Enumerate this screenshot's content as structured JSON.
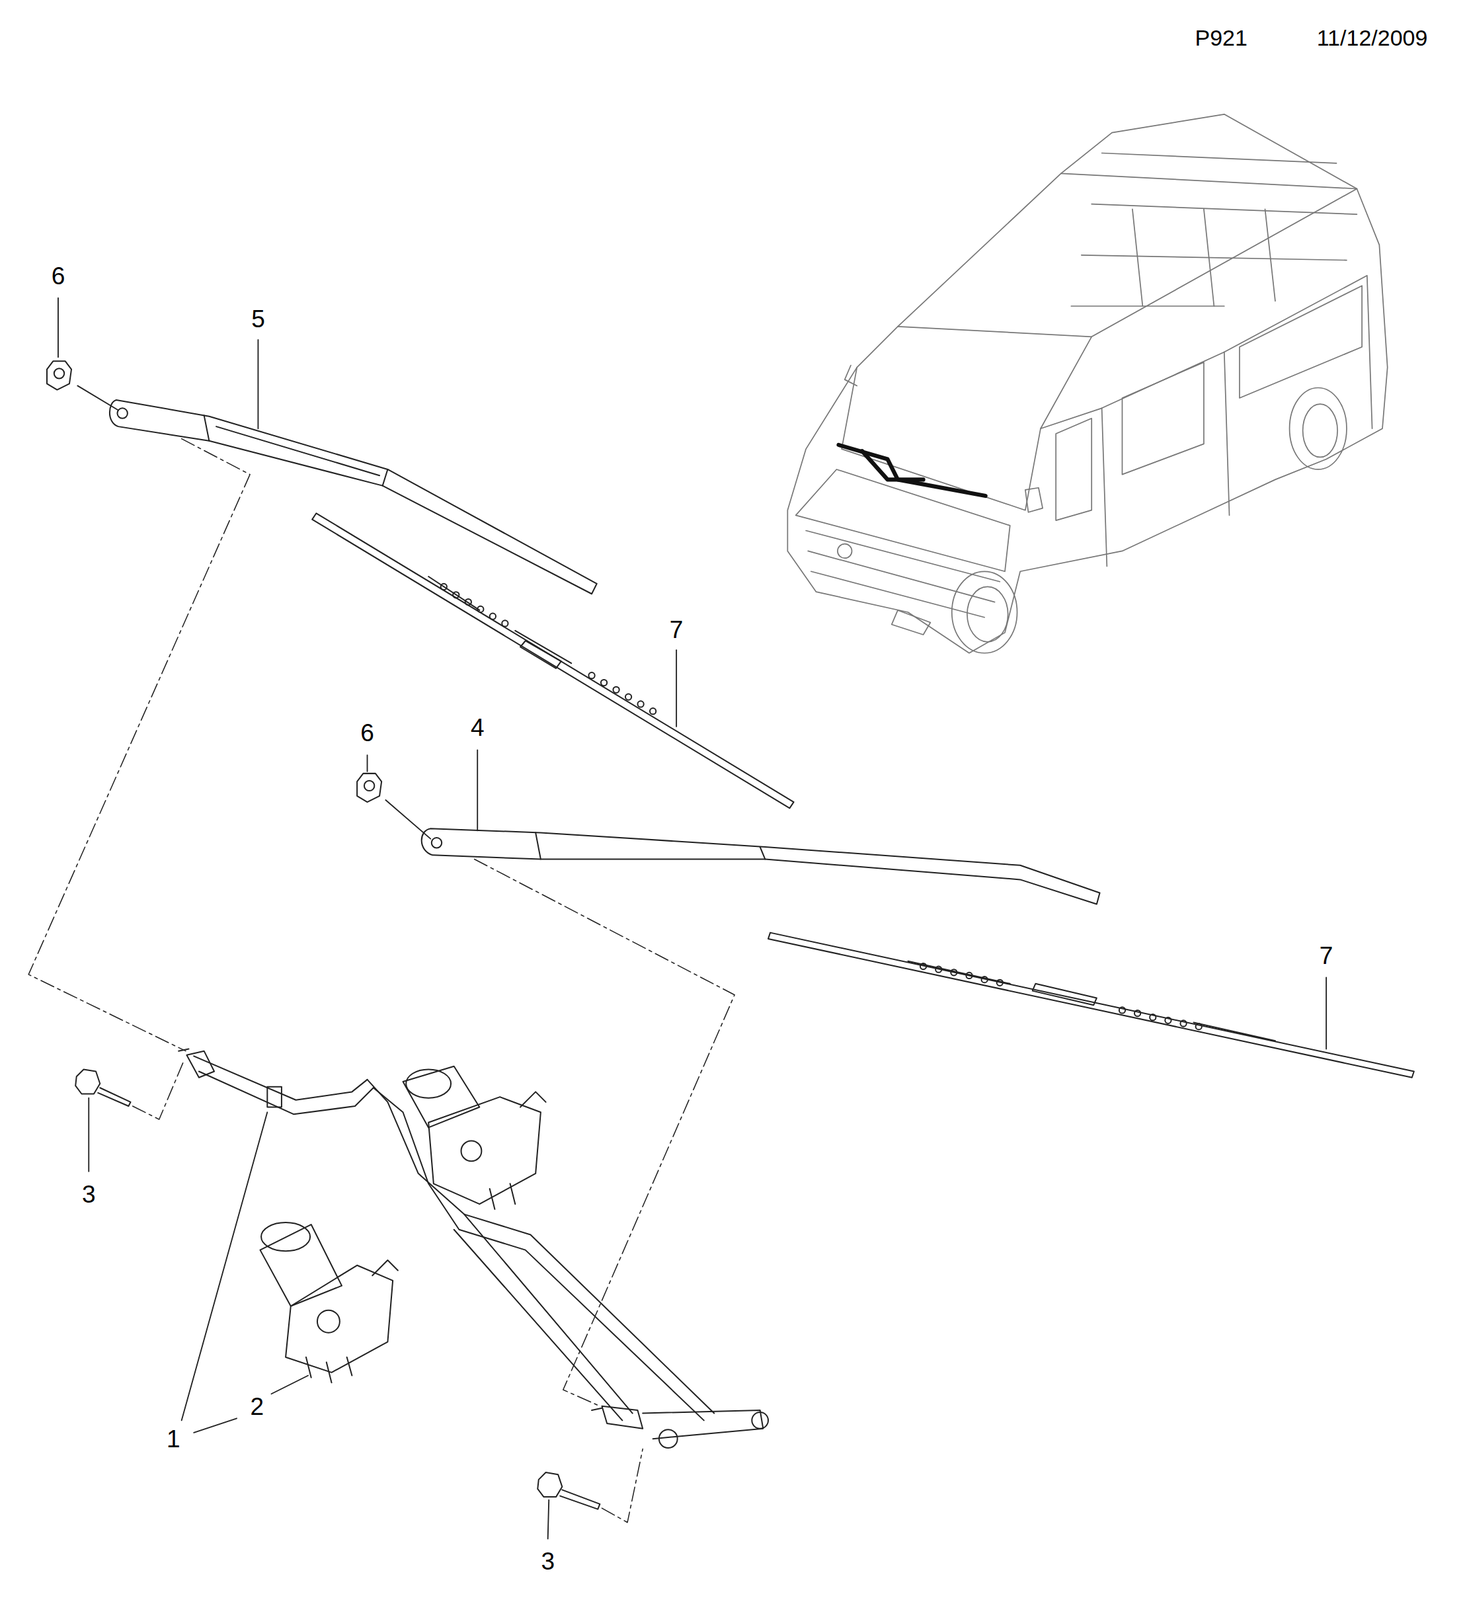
{
  "diagram": {
    "labels": [
      "P921",
      "11/12/2009",
      "6",
      "5",
      "7",
      "6",
      "4",
      "7",
      "3",
      "1",
      "2",
      "3"
    ]
  }
}
